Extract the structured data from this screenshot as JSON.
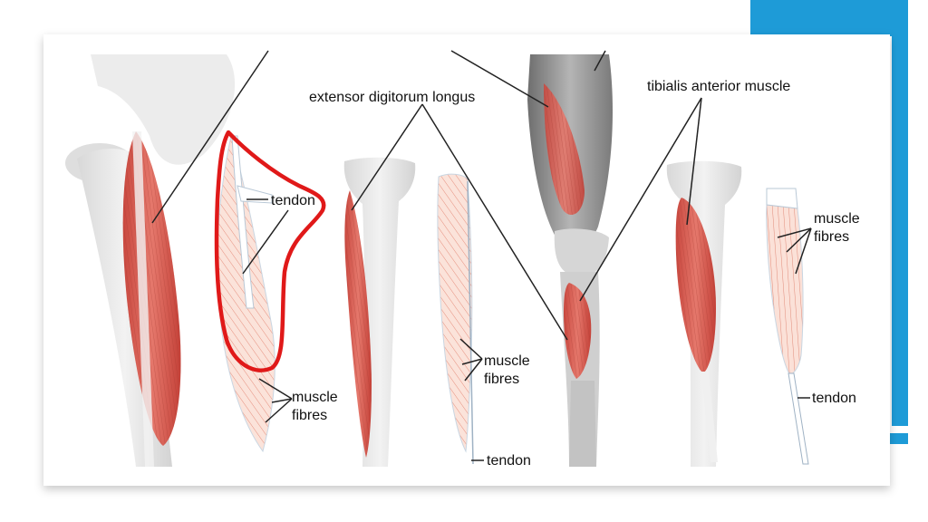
{
  "colors": {
    "accent_blue": "#1e9bd7",
    "muscle_red": "#d9584f",
    "muscle_light": "#f4c8bc",
    "annotation_red": "#e01919",
    "bone": "#e3e3e3"
  },
  "labels": {
    "extensor_digitorum_longus": "extensor digitorum longus",
    "tibialis_anterior_muscle": "tibialis anterior muscle",
    "tendon_1": "tendon",
    "muscle_fibres_1_line1": "muscle",
    "muscle_fibres_1_line2": "fibres",
    "muscle_fibres_2_line1": "muscle",
    "muscle_fibres_2_line2": "fibres",
    "tendon_2": "tendon",
    "muscle_fibres_3_line1": "muscle",
    "muscle_fibres_3_line2": "fibres",
    "tendon_3": "tendon"
  }
}
